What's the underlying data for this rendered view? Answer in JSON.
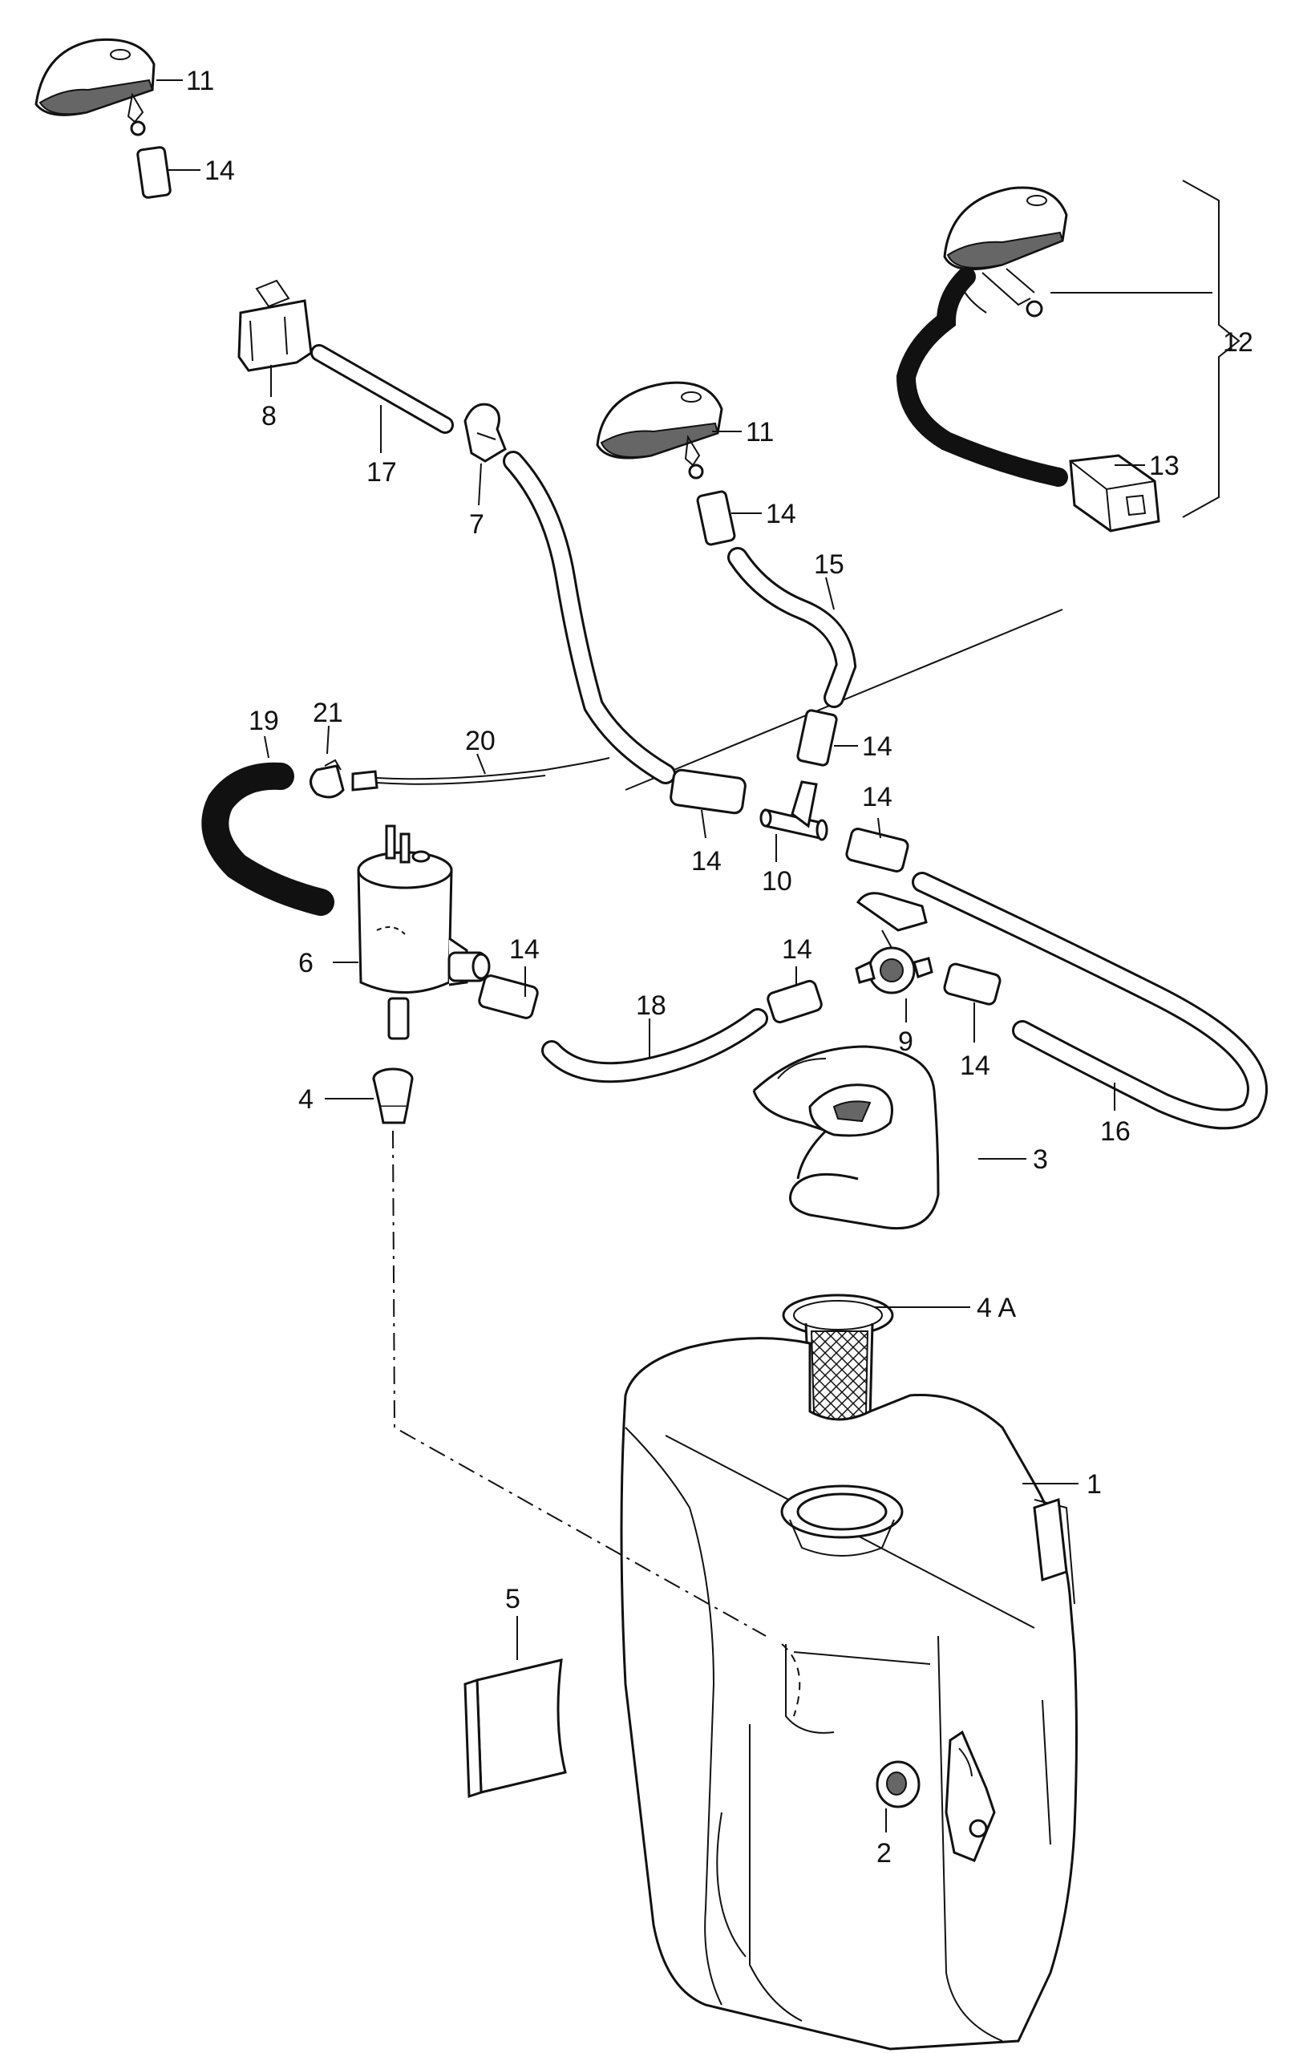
{
  "callouts": {
    "c1": "1",
    "c2": "2",
    "c3": "3",
    "c4": "4",
    "c4a": "4 A",
    "c5": "5",
    "c6": "6",
    "c7": "7",
    "c8": "8",
    "c9": "9",
    "c10": "10",
    "c11a": "11",
    "c11b": "11",
    "c12": "12",
    "c13": "13",
    "c14a": "14",
    "c14b": "14",
    "c14c": "14",
    "c14d": "14",
    "c14e": "14",
    "c14f": "14",
    "c14g": "14",
    "c14h": "14",
    "c15": "15",
    "c16": "16",
    "c17": "17",
    "c18": "18",
    "c19": "19",
    "c20": "20",
    "c21": "21"
  }
}
